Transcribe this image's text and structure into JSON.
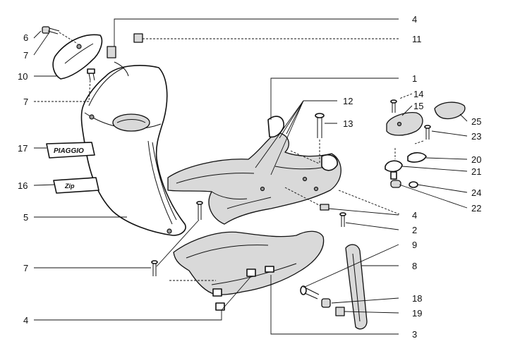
{
  "callouts": [
    {
      "id": "c1",
      "label": "1"
    },
    {
      "id": "c2",
      "label": "2"
    },
    {
      "id": "c3",
      "label": "3"
    },
    {
      "id": "c4a",
      "label": "4"
    },
    {
      "id": "c4b",
      "label": "4"
    },
    {
      "id": "c4c",
      "label": "4"
    },
    {
      "id": "c5",
      "label": "5"
    },
    {
      "id": "c6",
      "label": "6"
    },
    {
      "id": "c7a",
      "label": "7"
    },
    {
      "id": "c7b",
      "label": "7"
    },
    {
      "id": "c7c",
      "label": "7"
    },
    {
      "id": "c8",
      "label": "8"
    },
    {
      "id": "c9",
      "label": "9"
    },
    {
      "id": "c10",
      "label": "10"
    },
    {
      "id": "c11",
      "label": "11"
    },
    {
      "id": "c12",
      "label": "12"
    },
    {
      "id": "c13",
      "label": "13"
    },
    {
      "id": "c14",
      "label": "14"
    },
    {
      "id": "c15",
      "label": "15"
    },
    {
      "id": "c16",
      "label": "16"
    },
    {
      "id": "c17",
      "label": "17"
    },
    {
      "id": "c18",
      "label": "18"
    },
    {
      "id": "c19",
      "label": "19"
    },
    {
      "id": "c20",
      "label": "20"
    },
    {
      "id": "c21",
      "label": "21"
    },
    {
      "id": "c22",
      "label": "22"
    },
    {
      "id": "c23",
      "label": "23"
    },
    {
      "id": "c24",
      "label": "24"
    },
    {
      "id": "c25",
      "label": "25"
    }
  ],
  "badges": {
    "piaggio": "PIAGGIO",
    "model": "Zip"
  }
}
